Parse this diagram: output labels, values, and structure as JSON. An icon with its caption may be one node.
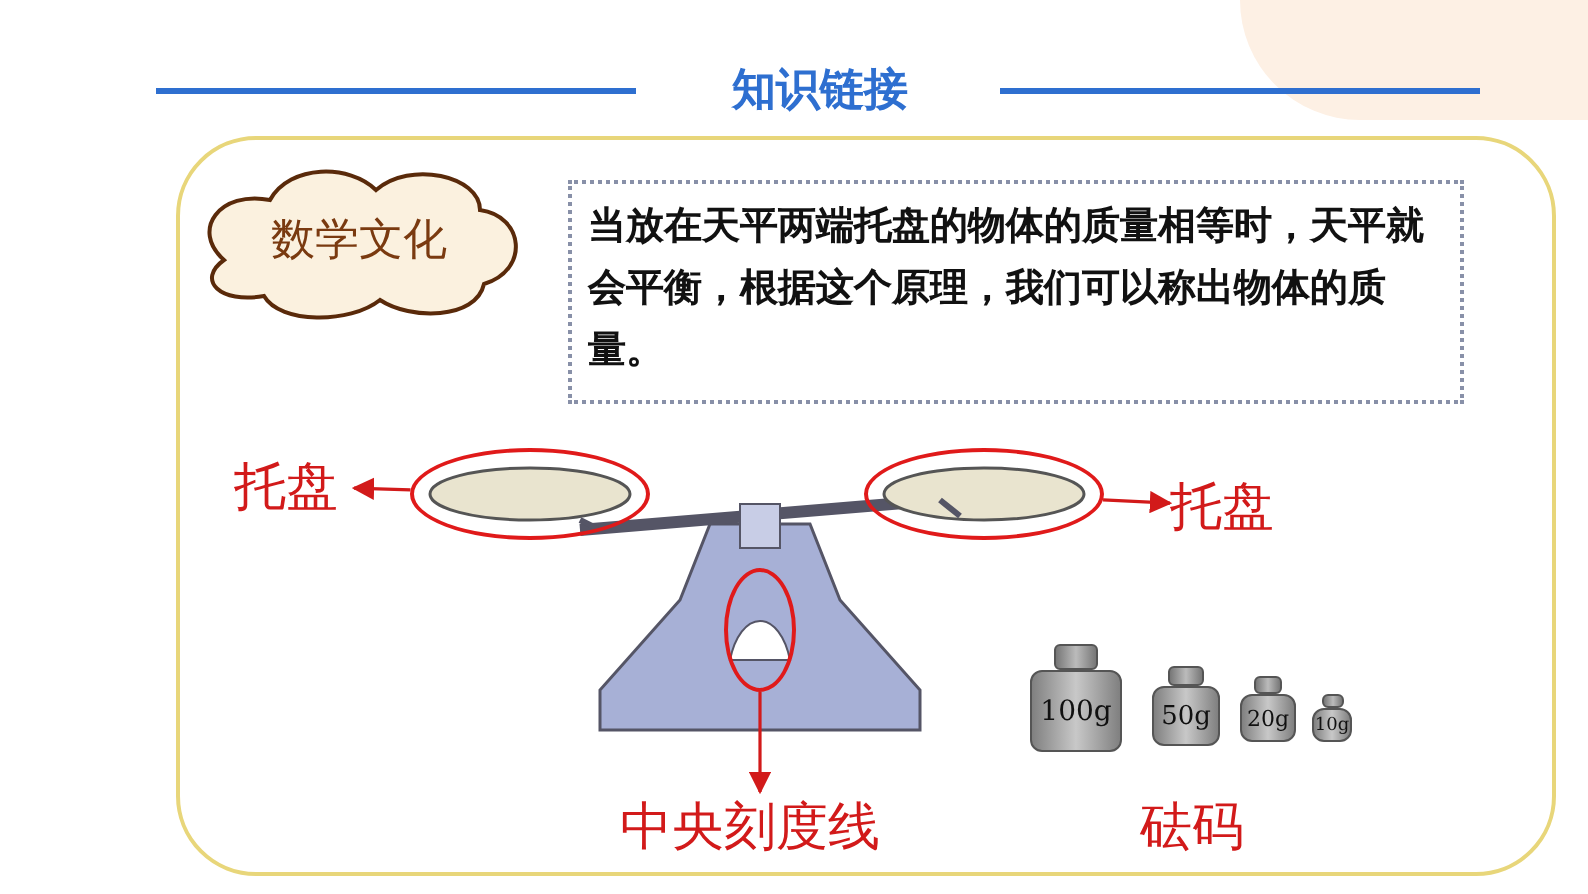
{
  "diagram": {
    "title": "知识链接",
    "nodes": [
      {
        "text": [
          "数学文化"
        ]
      },
      {
        "text": [
          "当放在天平两端托盘的物体的质量相等时，天平就会平衡，根据这个原理，我们可以称出物体的质量。"
        ]
      },
      {
        "text": [
          "托盘"
        ]
      },
      {
        "text": [],
        "shape": "circle"
      },
      {
        "text": [],
        "shape": "circle"
      },
      {
        "text": [
          "托盘"
        ]
      },
      {
        "text": [],
        "shape": "circle"
      },
      {
        "text": [
          "中央刻度线"
        ]
      },
      {
        "text": [
          "100g"
        ]
      },
      {
        "text": [
          "50g"
        ]
      },
      {
        "text": [
          "20g"
        ]
      },
      {
        "text": [
          "10g"
        ]
      }
    ],
    "edges": [
      {
        "from": 3,
        "to": 2,
        "arrow": "to"
      },
      {
        "from": 4,
        "to": 5,
        "arrow": "to"
      },
      {
        "from": 6,
        "to": 7,
        "arrow": "to"
      }
    ],
    "labels": [
      "砝码"
    ]
  }
}
